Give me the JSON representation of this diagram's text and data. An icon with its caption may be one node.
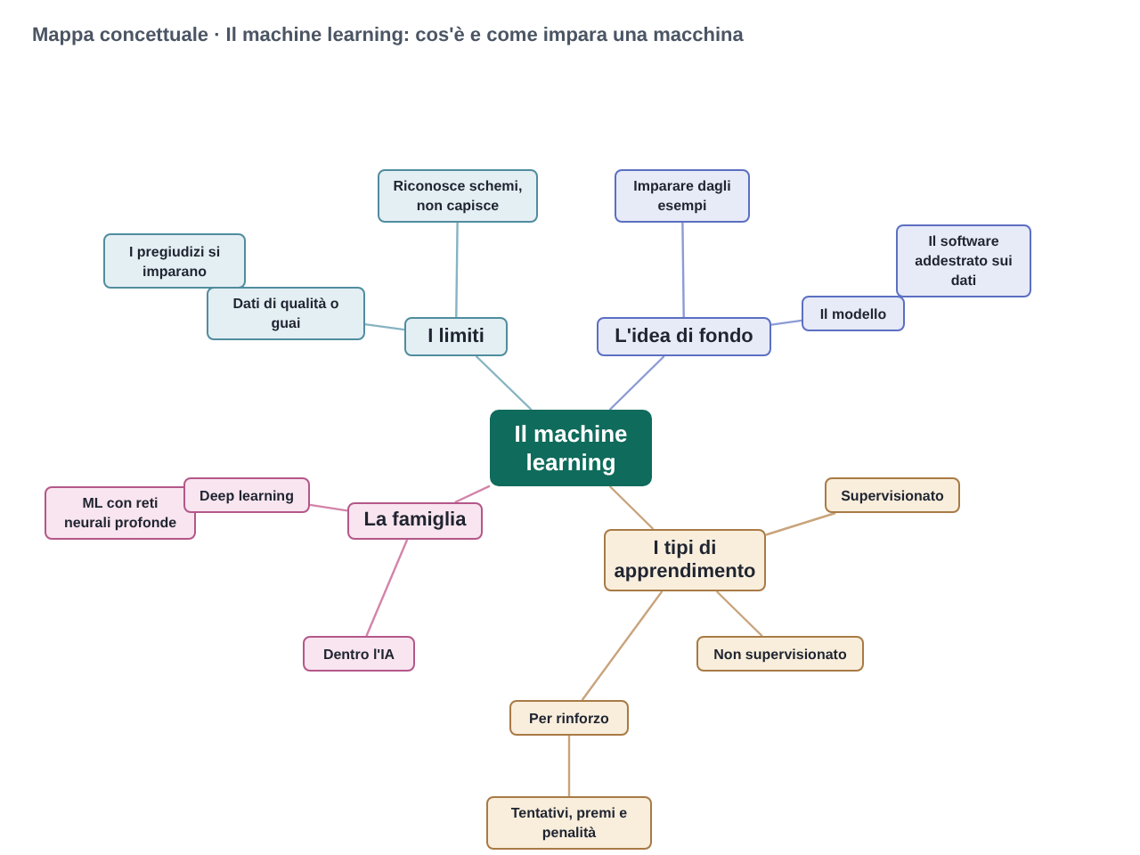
{
  "diagram": {
    "title": "Mappa concettuale · Il machine learning: cos'è e come impara una macchina",
    "nodes": [
      {
        "text": [
          "Il machine learning"
        ]
      },
      {
        "text": [
          "I limiti"
        ]
      },
      {
        "text": [
          "Riconosce schemi, non capisce"
        ]
      },
      {
        "text": [
          "I pregiudizi si imparano"
        ]
      },
      {
        "text": [
          "Dati di qualità o guai"
        ]
      },
      {
        "text": [
          "L'idea di fondo"
        ]
      },
      {
        "text": [
          "Imparare dagli esempi"
        ]
      },
      {
        "text": [
          "Il modello"
        ]
      },
      {
        "text": [
          "Il software addestrato sui dati"
        ]
      },
      {
        "text": [
          "La famiglia"
        ]
      },
      {
        "text": [
          "Deep learning"
        ]
      },
      {
        "text": [
          "ML con reti neurali profonde"
        ]
      },
      {
        "text": [
          "Dentro l'IA"
        ]
      },
      {
        "text": [
          "I tipi di apprendimento"
        ]
      },
      {
        "text": [
          "Supervisionato"
        ]
      },
      {
        "text": [
          "Non supervisionato"
        ]
      },
      {
        "text": [
          "Per rinforzo"
        ]
      },
      {
        "text": [
          "Tentativi, premi e penalità"
        ]
      }
    ],
    "edges": [
      {
        "from": 0,
        "to": 1,
        "arrow": "none",
        "color": "#86b4c2"
      },
      {
        "from": 0,
        "to": 5,
        "arrow": "none",
        "color": "#8c9bd6"
      },
      {
        "from": 0,
        "to": 9,
        "arrow": "none",
        "color": "#d384aa"
      },
      {
        "from": 0,
        "to": 13,
        "arrow": "none"
      },
      {
        "from": 1,
        "to": 2,
        "arrow": "none",
        "color": "#86b4c2"
      },
      {
        "from": 1,
        "to": 4,
        "arrow": "none",
        "color": "#86b4c2"
      },
      {
        "from": 5,
        "to": 6,
        "arrow": "none",
        "color": "#8c9bd6"
      },
      {
        "from": 5,
        "to": 7,
        "arrow": "none",
        "color": "#8c9bd6"
      },
      {
        "from": 9,
        "to": 10,
        "arrow": "none",
        "color": "#d384aa"
      },
      {
        "from": 9,
        "to": 12,
        "arrow": "none",
        "color": "#d384aa"
      },
      {
        "from": 13,
        "to": 14,
        "arrow": "none"
      },
      {
        "from": 13,
        "to": 15,
        "arrow": "none"
      },
      {
        "from": 13,
        "to": 16,
        "arrow": "none"
      },
      {
        "from": 16,
        "to": 17,
        "arrow": "none"
      }
    ]
  }
}
